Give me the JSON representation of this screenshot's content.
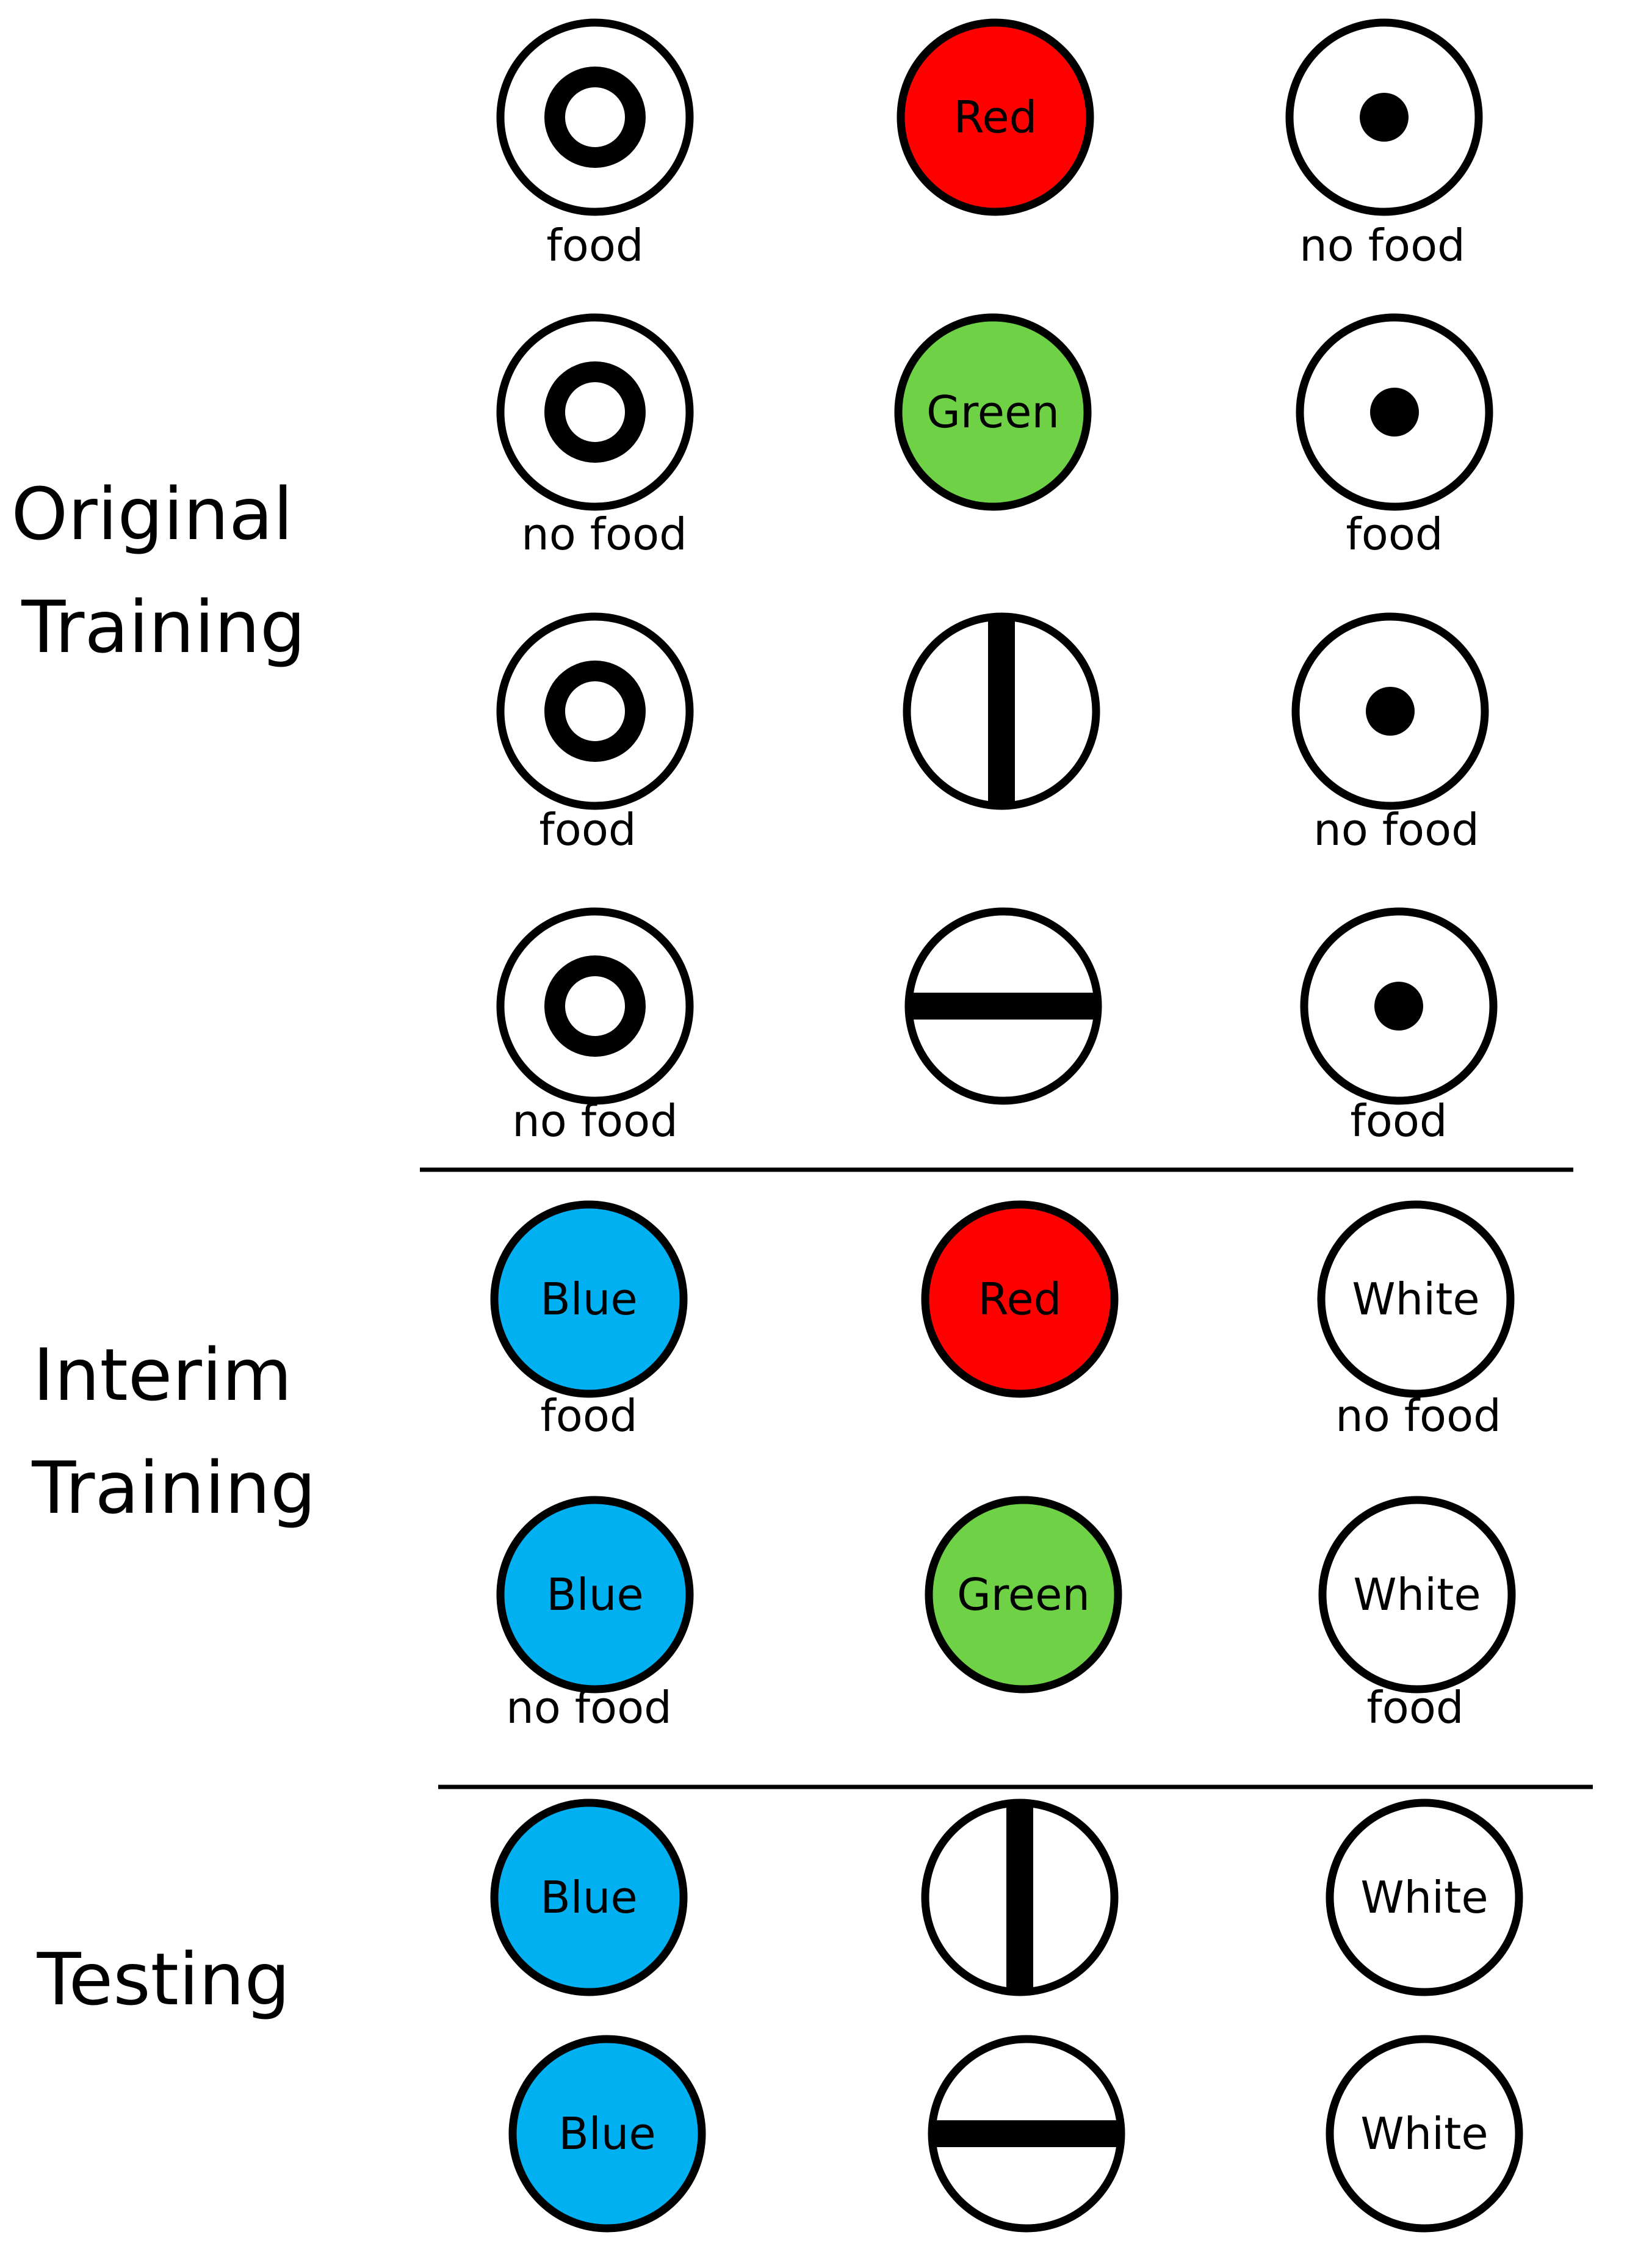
{
  "sections": [
    {
      "title_lines": [
        "Original",
        "Training"
      ]
    },
    {
      "title_lines": [
        "Interim",
        "Training"
      ]
    },
    {
      "title_lines": [
        "Testing"
      ]
    }
  ],
  "rows": [
    {
      "cells": [
        {
          "symbol": "ring",
          "label": "",
          "caption": "food"
        },
        {
          "symbol": "color",
          "fill": "#ff0000",
          "label": "Red",
          "caption": ""
        },
        {
          "symbol": "dot",
          "label": "",
          "caption": "no food"
        }
      ]
    },
    {
      "cells": [
        {
          "symbol": "ring",
          "label": "",
          "caption": "no food"
        },
        {
          "symbol": "color",
          "fill": "#6fd146",
          "label": "Green",
          "caption": ""
        },
        {
          "symbol": "dot",
          "label": "",
          "caption": "food"
        }
      ]
    },
    {
      "cells": [
        {
          "symbol": "ring",
          "label": "",
          "caption": "food"
        },
        {
          "symbol": "vertical-bar",
          "label": "",
          "caption": ""
        },
        {
          "symbol": "dot",
          "label": "",
          "caption": "no food"
        }
      ]
    },
    {
      "cells": [
        {
          "symbol": "ring",
          "label": "",
          "caption": "no food"
        },
        {
          "symbol": "horizontal-bar",
          "label": "",
          "caption": ""
        },
        {
          "symbol": "dot",
          "label": "",
          "caption": "food"
        }
      ]
    },
    {
      "cells": [
        {
          "symbol": "color",
          "fill": "#00b0f0",
          "label": "Blue",
          "caption": "food"
        },
        {
          "symbol": "color",
          "fill": "#ff0000",
          "label": "Red",
          "caption": ""
        },
        {
          "symbol": "color",
          "fill": "#ffffff",
          "label": "White",
          "caption": "no food"
        }
      ]
    },
    {
      "cells": [
        {
          "symbol": "color",
          "fill": "#00b0f0",
          "label": "Blue",
          "caption": "no food"
        },
        {
          "symbol": "color",
          "fill": "#6fd146",
          "label": "Green",
          "caption": ""
        },
        {
          "symbol": "color",
          "fill": "#ffffff",
          "label": "White",
          "caption": "food"
        }
      ]
    },
    {
      "cells": [
        {
          "symbol": "color",
          "fill": "#00b0f0",
          "label": "Blue",
          "caption": ""
        },
        {
          "symbol": "vertical-bar",
          "label": "",
          "caption": ""
        },
        {
          "symbol": "color",
          "fill": "#ffffff",
          "label": "White",
          "caption": ""
        }
      ]
    },
    {
      "cells": [
        {
          "symbol": "color",
          "fill": "#00b0f0",
          "label": "Blue",
          "caption": ""
        },
        {
          "symbol": "horizontal-bar",
          "label": "",
          "caption": ""
        },
        {
          "symbol": "color",
          "fill": "#ffffff",
          "label": "White",
          "caption": ""
        }
      ]
    }
  ]
}
